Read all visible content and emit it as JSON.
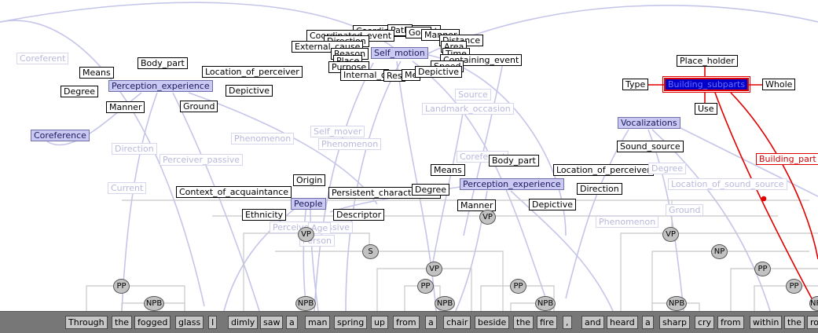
{
  "colors": {
    "faint_arc": "#c5c5ea",
    "tree_line": "#c8c8c8",
    "selected_fill": "#0000c8",
    "selection_red": "#e00000",
    "target_fill": "#c9c9f4"
  },
  "sentence": [
    "Through",
    "the",
    "fogged",
    "glass",
    "I",
    "dimly",
    "saw",
    "a",
    "man",
    "spring",
    "up",
    "from",
    "a",
    "chair",
    "beside",
    "the",
    "fire",
    ",",
    "and",
    "heard",
    "a",
    "sharp",
    "cry",
    "from",
    "within",
    "the",
    "ro"
  ],
  "tree_nodes": [
    "PP",
    "NPB",
    "VP",
    "NPB",
    "S",
    "VP",
    "PP",
    "NPB",
    "PP",
    "NPB",
    "VP",
    "NP",
    "PP",
    "NPB",
    "PP",
    "VP",
    "NPB"
  ],
  "frames": {
    "self_motion": {
      "target": "Self_motion",
      "elements": [
        "Path",
        "Goal",
        "Manner",
        "Coordinated_event",
        "Direction",
        "Distance",
        "External_cause",
        "Area",
        "Reason",
        "Time",
        "Place",
        "Containing_event",
        "Purpose",
        "Me",
        "Depictive",
        "Speed",
        "Internal_c",
        "Res"
      ]
    },
    "perception_top": {
      "target": "Perception_experience",
      "elements": [
        "Body_part",
        "Means",
        "Location_of_perceiver",
        "Degree",
        "Depictive",
        "Manner",
        "Ground"
      ]
    },
    "coreference": {
      "target": "Coreference",
      "elements": [
        "Coreferent"
      ]
    },
    "people": {
      "target": "People",
      "elements": [
        "Origin",
        "Context_of_acquaintance",
        "Ethnicity",
        "Persistent_characteristic",
        "Descriptor",
        "Age",
        "Person"
      ]
    },
    "perception_mid": {
      "target": "Perception_experience",
      "elements": [
        "Body_part",
        "Means",
        "Location_of_perceiver",
        "Degree",
        "Direction",
        "Manner",
        "Depictive"
      ]
    },
    "vocalizations": {
      "target": "Vocalizations",
      "elements": [
        "Sound_source",
        "Degree",
        "Location_of_sound_source",
        "Ground"
      ]
    },
    "building": {
      "target": "Building_subparts",
      "elements": [
        "Place_holder",
        "Type",
        "Whole",
        "Use",
        "Building_part"
      ]
    },
    "faint": [
      "Direction",
      "Current",
      "Perceiver_passive",
      "Phenomenon",
      "Self_mover",
      "Phenomenon",
      "Source",
      "Landmark_occasion",
      "Coreferent",
      "Perceiver_passive",
      "Phenomenon"
    ]
  }
}
